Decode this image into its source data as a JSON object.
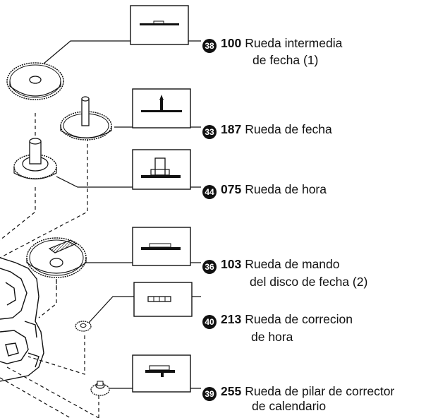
{
  "parts": [
    {
      "ref": "38",
      "code": "100",
      "name_line1": "Rueda intermedia",
      "name_line2": "de fecha (1)"
    },
    {
      "ref": "33",
      "code": "187",
      "name_line1": "Rueda de fecha",
      "name_line2": ""
    },
    {
      "ref": "44",
      "code": "075",
      "name_line1": "Rueda de hora",
      "name_line2": ""
    },
    {
      "ref": "36",
      "code": "103",
      "name_line1": "Rueda de mando",
      "name_line2": "del disco de fecha (2)"
    },
    {
      "ref": "40",
      "code": "213",
      "name_line1": "Rueda de correcion",
      "name_line2": "de hora"
    },
    {
      "ref": "39",
      "code": "255",
      "name_line1": "Rueda de pilar de corrector",
      "name_line2": "de calendario"
    }
  ]
}
